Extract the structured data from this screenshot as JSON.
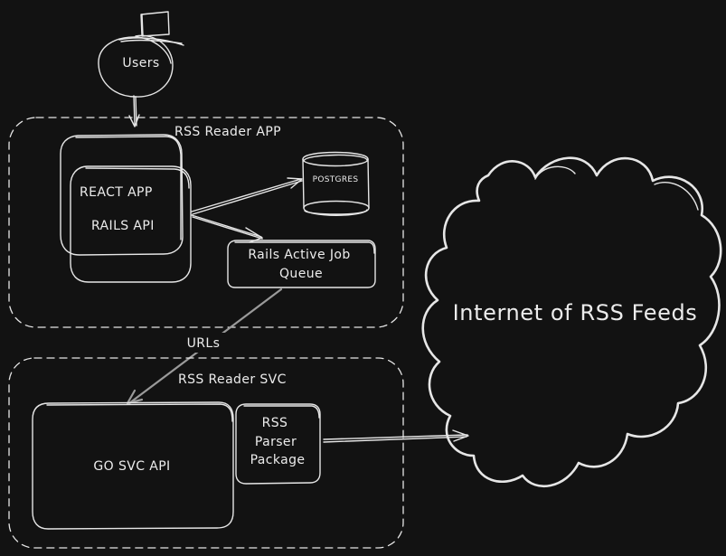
{
  "nodes": {
    "users": "Users",
    "app_group": "RSS Reader APP",
    "react_app": "REACT APP",
    "rails_api": "RAILS API",
    "postgres": "POSTGRES",
    "job_queue_line1": "Rails Active Job",
    "job_queue_line2": "Queue",
    "svc_group": "RSS Reader SVC",
    "go_svc_api": "GO SVC API",
    "rss_parser_line1": "RSS",
    "rss_parser_line2": "Parser",
    "rss_parser_line3": "Package",
    "internet": "Internet of RSS Feeds"
  },
  "edges": {
    "queue_to_svc_label": "URLs"
  },
  "colors": {
    "background": "#121212",
    "stroke": "#e6e6e6",
    "arrow_gray": "#9a9a9a"
  }
}
